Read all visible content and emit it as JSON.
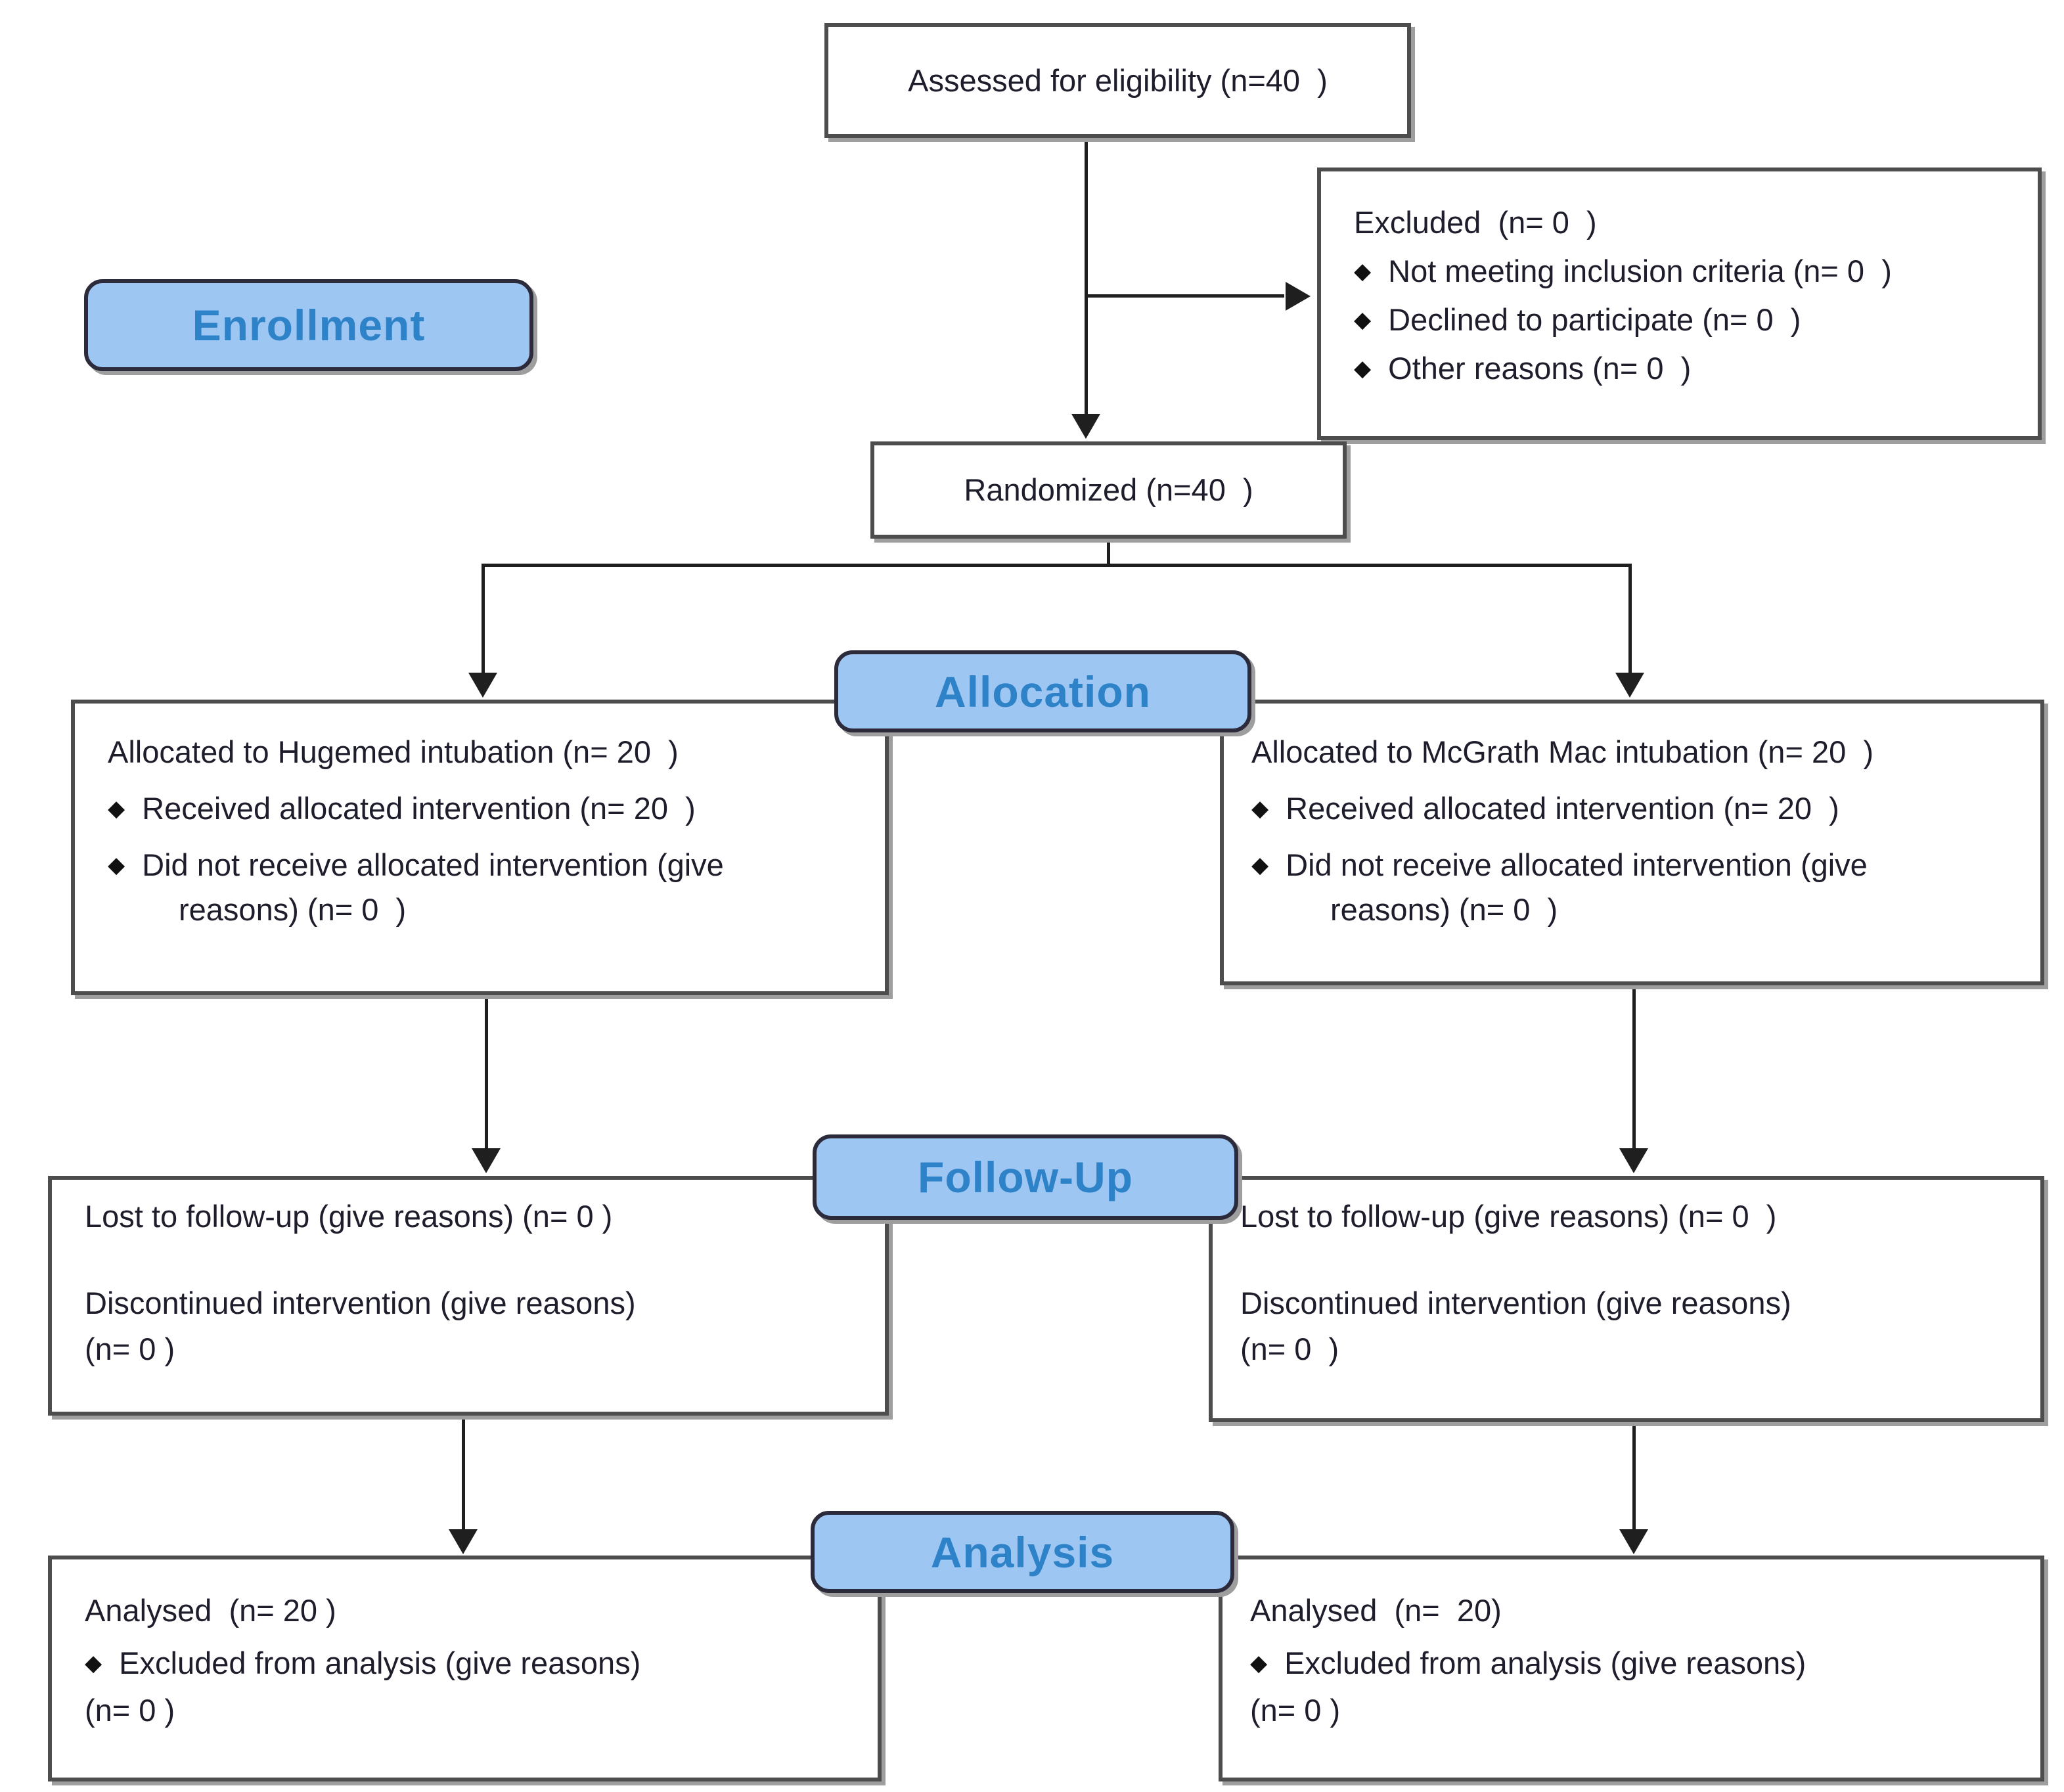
{
  "colors": {
    "stage_fill": "#9ec6f3",
    "stage_text": "#2e82c8",
    "stage_border": "#2b2b3c",
    "box_border": "#4d4d4d",
    "line_color": "#1f1f1f",
    "text_color": "#1d1d2b"
  },
  "stages": {
    "enrollment": "Enrollment",
    "allocation": "Allocation",
    "followup": "Follow-Up",
    "analysis": "Analysis"
  },
  "boxes": {
    "assessed": {
      "text": "Assessed for eligibility (n=40  )"
    },
    "excluded": {
      "title": "Excluded  (n= 0  )",
      "bullets": [
        "Not meeting inclusion criteria (n= 0  )",
        "Declined to participate (n= 0  )",
        "Other reasons (n= 0  )"
      ]
    },
    "randomized": {
      "text": "Randomized (n=40  )"
    },
    "alloc_left": {
      "title": "Allocated to Hugemed intubation (n= 20  )",
      "bullets": [
        "Received allocated intervention (n= 20  )",
        "Did not receive allocated intervention (give"
      ],
      "continuation": "reasons) (n= 0  )"
    },
    "alloc_right": {
      "title": "Allocated to McGrath Mac intubation (n= 20  )",
      "bullets": [
        "Received allocated intervention (n= 20  )",
        "Did not receive allocated intervention (give"
      ],
      "continuation": "reasons) (n= 0  )"
    },
    "followup_left": {
      "line1": "Lost to follow-up (give reasons) (n= 0 )",
      "line2": "Discontinued intervention (give reasons)",
      "line3": "(n= 0 )"
    },
    "followup_right": {
      "line1": "Lost to follow-up (give reasons) (n= 0  )",
      "line2": "Discontinued intervention (give reasons)",
      "line3": "(n= 0  )"
    },
    "analysis_left": {
      "title": "Analysed  (n= 20 )",
      "bullet": "Excluded from analysis (give reasons)",
      "line3": "(n= 0 )"
    },
    "analysis_right": {
      "title": "Analysed  (n=  20)",
      "bullet": "Excluded from analysis (give reasons)",
      "line3": "(n= 0 )"
    }
  }
}
